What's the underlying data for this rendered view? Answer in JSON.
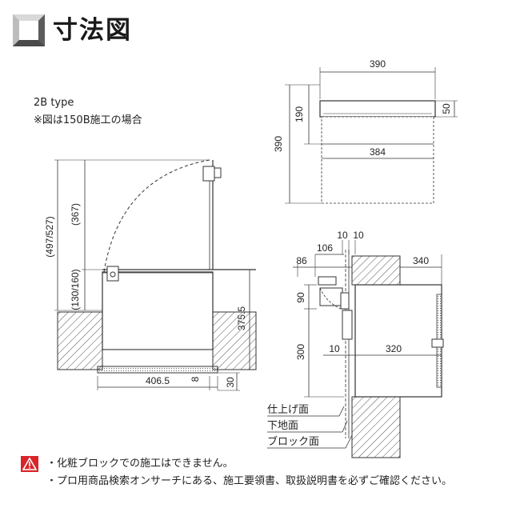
{
  "header": {
    "title": "寸法図",
    "icon": "bevel-square-icon"
  },
  "caption": {
    "model": "2B type",
    "note": "※図は150B施工の場合"
  },
  "front_view": {
    "height_total": "(497/527)",
    "height_open": "(367)",
    "height_lower": "(130/160)",
    "depth_right": "375.5",
    "width_bottom": "406.5",
    "gap_small": "8",
    "bottom_offset": "30"
  },
  "top_view": {
    "width_top": "390",
    "height_upper": "190",
    "height_lid": "50",
    "width_inner": "384",
    "height_total": "390"
  },
  "side_view": {
    "gap_a": "10",
    "gap_b": "10",
    "width_a": "86",
    "width_b": "106",
    "depth_right": "340",
    "height_top": "90",
    "height_body": "300",
    "gap_c": "10",
    "depth_inner": "320",
    "labels": [
      "仕上げ面",
      "下地面",
      "ブロック面"
    ]
  },
  "warning": {
    "icon": "warning-triangle-icon",
    "lines": [
      "・化粧ブロックでの施工はできません。",
      "・プロ用商品検索オンサーチにある、施工要領書、取扱説明書を必ずご確認ください。"
    ]
  },
  "colors": {
    "line": "#333333",
    "hatch": "#555555",
    "warning": "#d9252a",
    "icon_gray": "#8a8a8a"
  }
}
